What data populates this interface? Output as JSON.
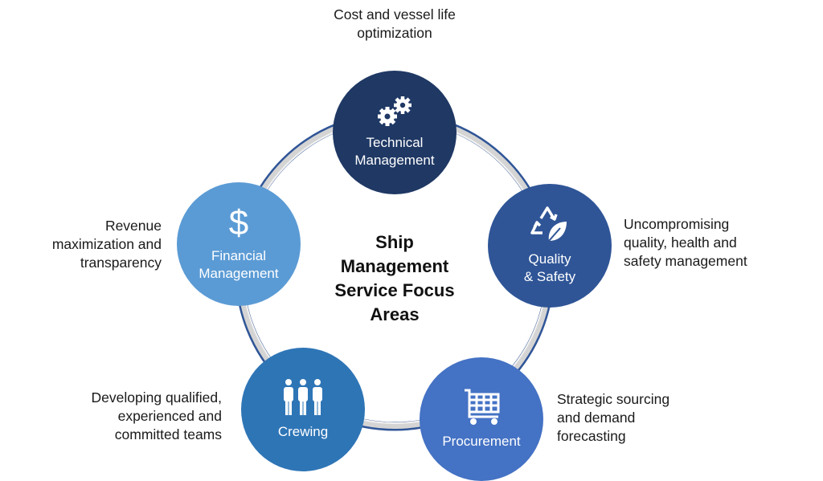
{
  "center_title": "Ship\nManagement\nService Focus\nAreas",
  "colors": {
    "technical": "#1f3864",
    "quality": "#2f5597",
    "procurement": "#4472c4",
    "crewing": "#2e75b6",
    "financial": "#5b9bd5",
    "ring": "#c9c9c9",
    "ring_edge": "#2f5597"
  },
  "nodes": [
    {
      "id": "technical",
      "label": "Technical\nManagement",
      "icon": "gears-icon",
      "description": "Cost and vessel life\noptimization"
    },
    {
      "id": "quality",
      "label": "Quality\n& Safety",
      "icon": "recycle-leaf-icon",
      "description": "Uncompromising\nquality, health and\nsafety management"
    },
    {
      "id": "procurement",
      "label": "Procurement",
      "icon": "shopping-cart-icon",
      "description": "Strategic sourcing\nand demand\nforecasting"
    },
    {
      "id": "crewing",
      "label": "Crewing",
      "icon": "people-icon",
      "description": "Developing qualified,\nexperienced and\ncommitted teams"
    },
    {
      "id": "financial",
      "label": "Financial\nManagement",
      "icon": "dollar-icon",
      "description": "Revenue\nmaximization and\ntransparency"
    }
  ]
}
